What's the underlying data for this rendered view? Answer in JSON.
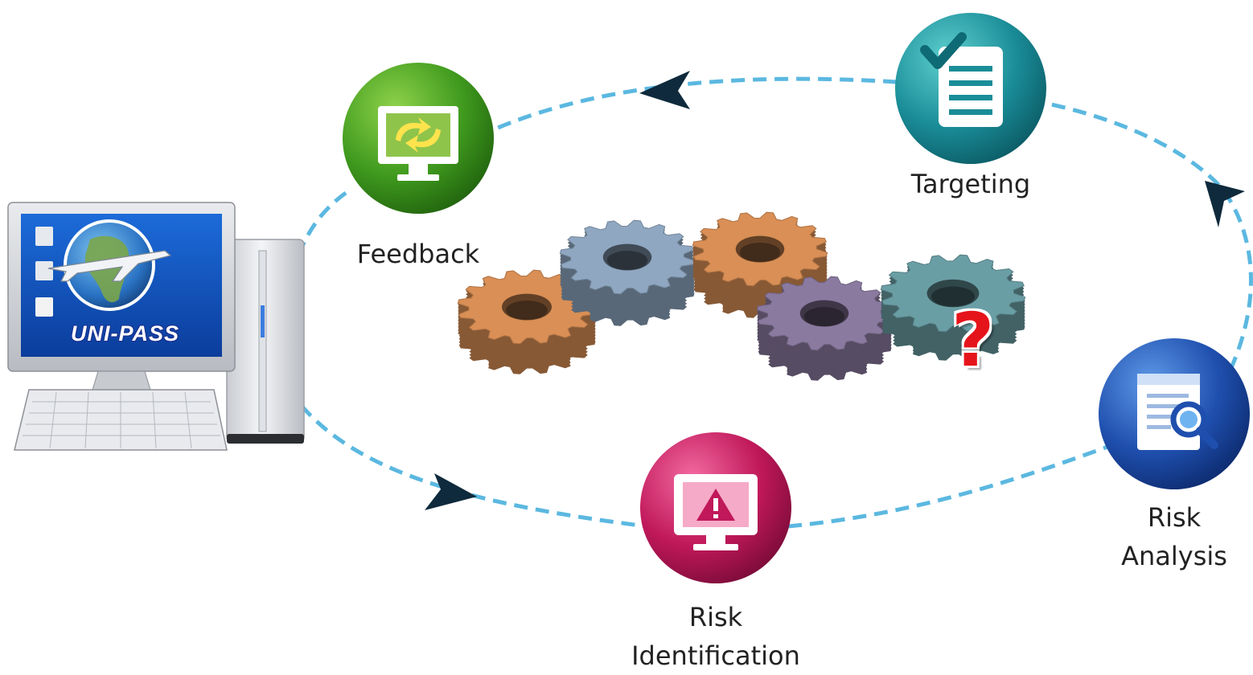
{
  "nodes": {
    "targeting": {
      "label": "Targeting",
      "color": "#1a8d98"
    },
    "feedback": {
      "label": "Feedback",
      "color": "#3f9a1e"
    },
    "risk_analysis": {
      "label_line1": "Risk",
      "label_line2": "Analysis",
      "color": "#1f4fae"
    },
    "risk_identification": {
      "label_line1": "Risk",
      "label_line2": "Identification",
      "color": "#c0185a"
    }
  },
  "computer": {
    "screen_brand": "UNI-PASS"
  },
  "gears": {
    "question_mark": "?"
  },
  "colors": {
    "cycle_line": "#5bb8e0",
    "arrowhead": "#0f2a3c",
    "gear_orange": "#d98f55",
    "gear_blue": "#8fa7c1",
    "gear_purple": "#8b7aa0",
    "gear_teal": "#6a9ea5",
    "question": "#e5141a"
  }
}
